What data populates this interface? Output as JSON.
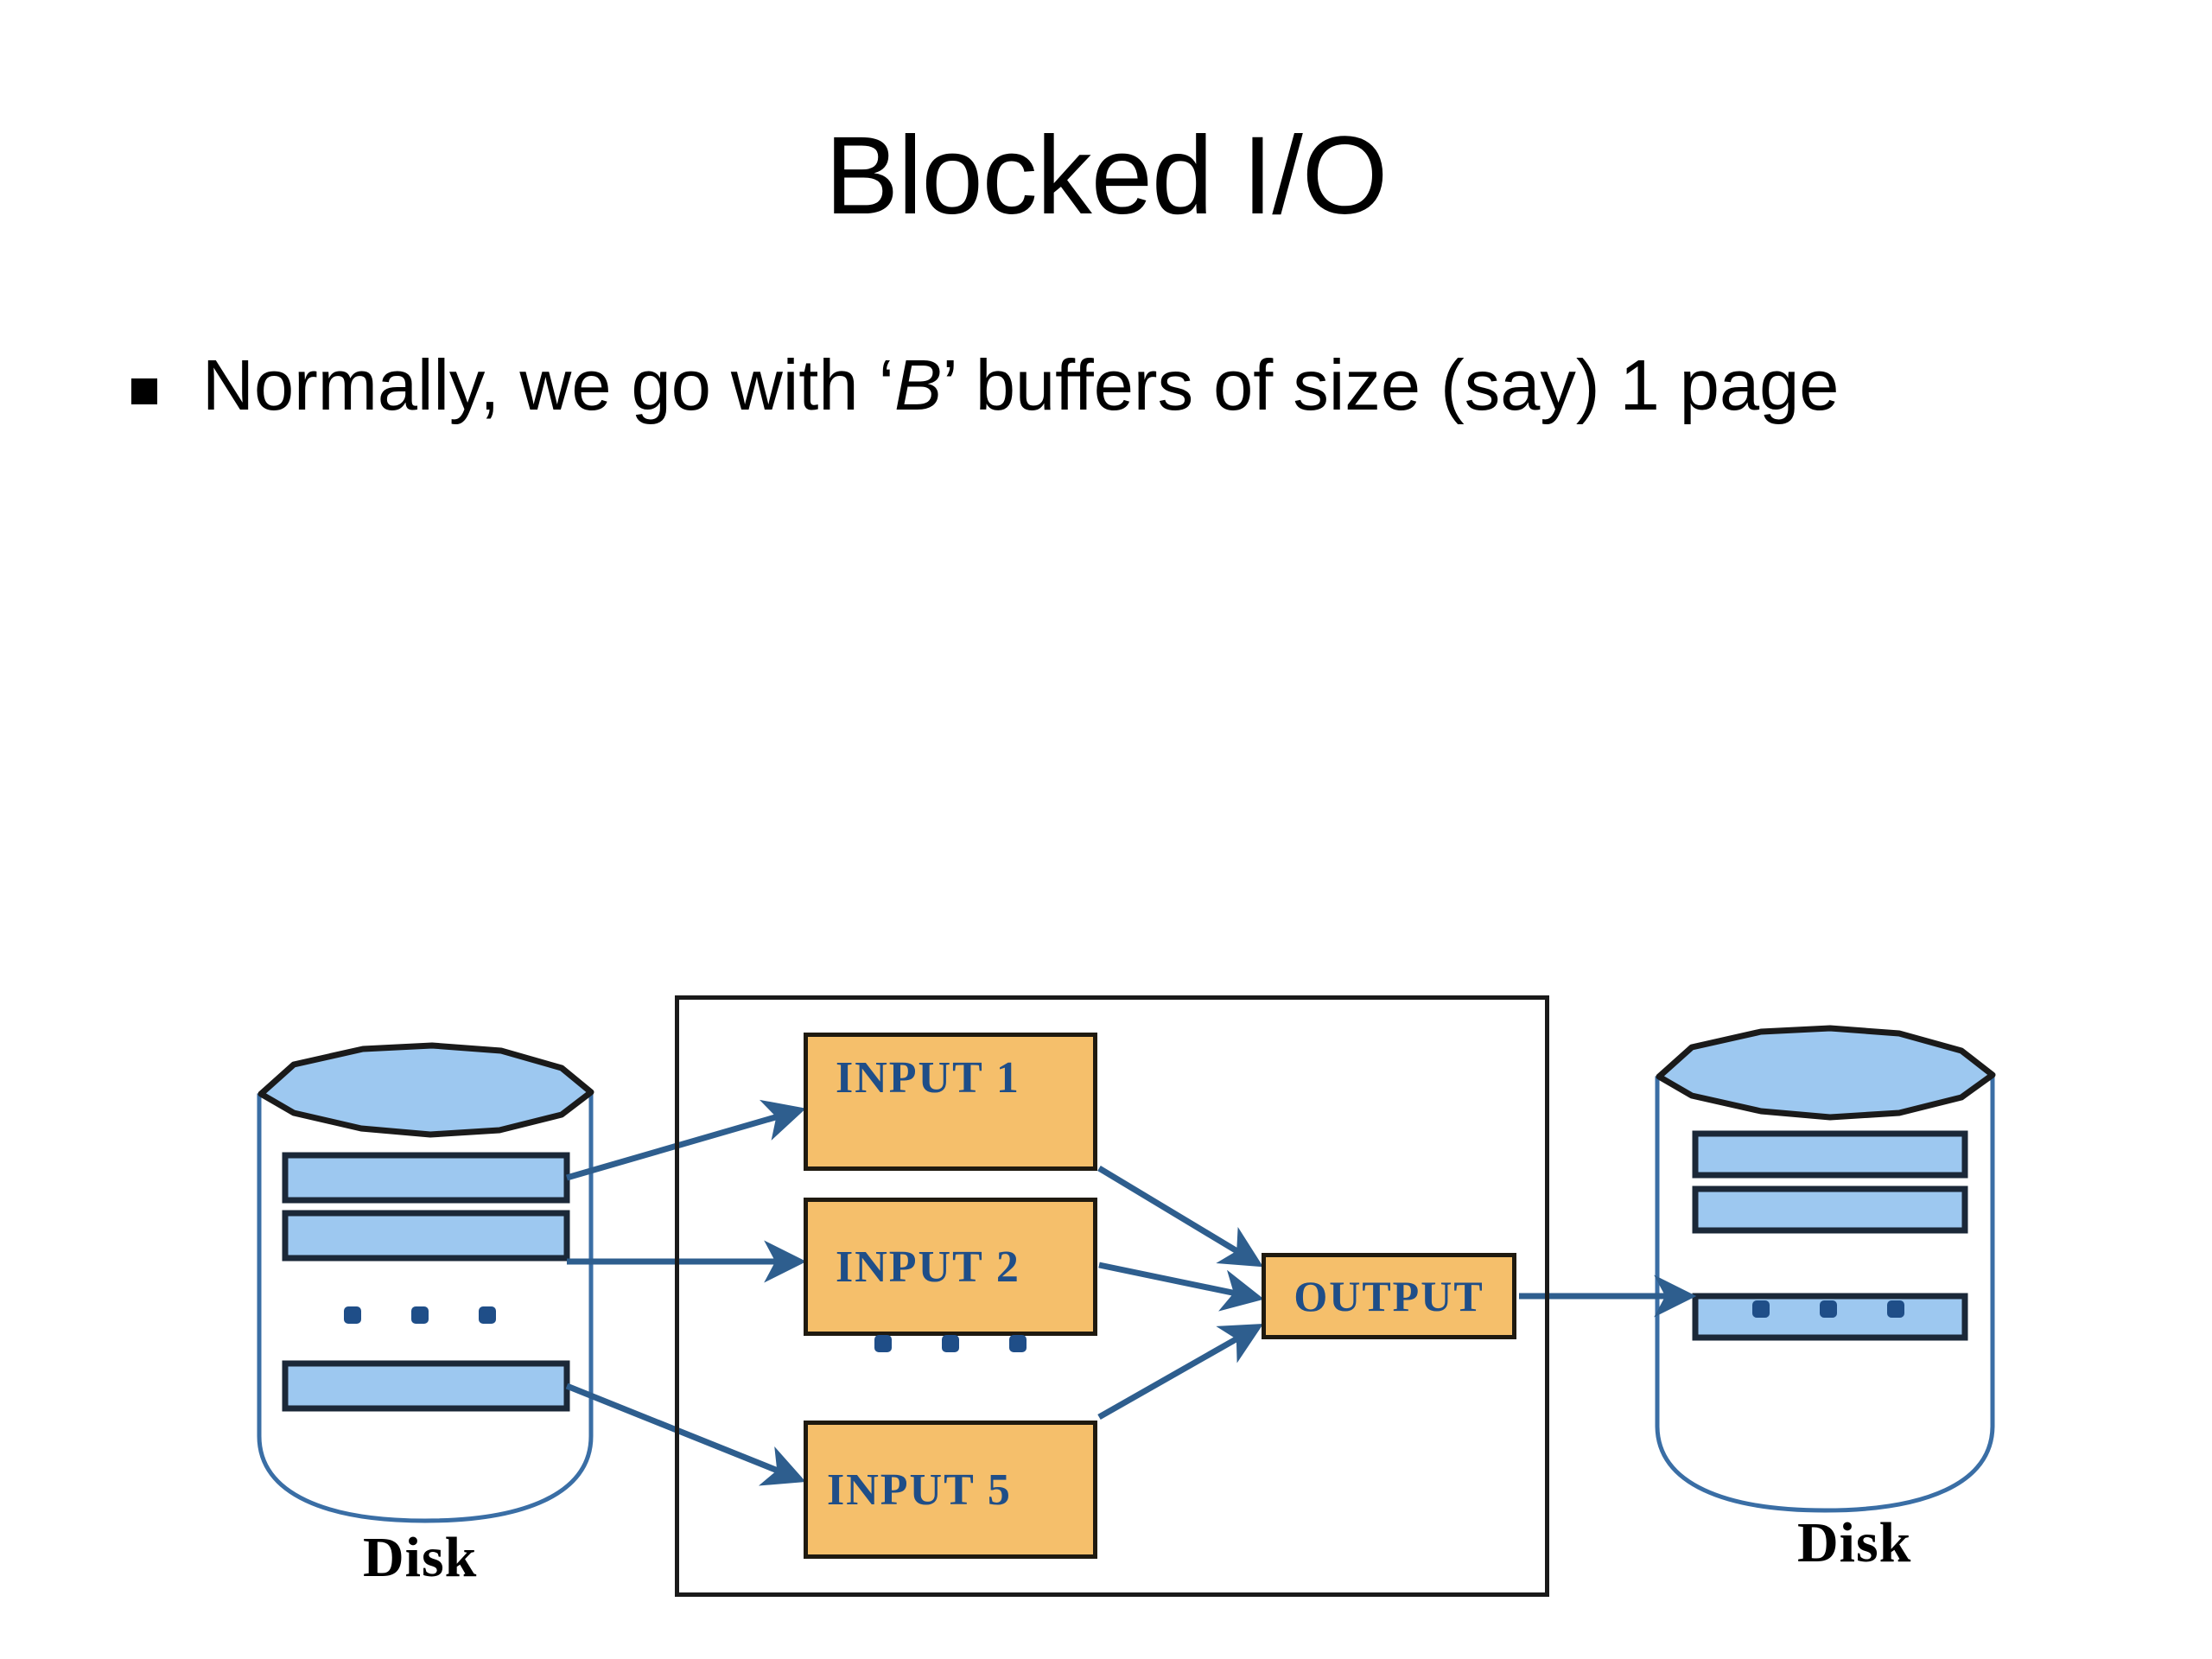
{
  "slide": {
    "title": "Blocked I/O",
    "bullet": {
      "marker": "square-bullet",
      "text_before": "Normally, we go with ‘",
      "emphasis": "B",
      "text_after": "’ buffers of size (say) 1 page",
      "full_text": "Normally, we go with ‘B’ buffers of size (say) 1 page"
    }
  },
  "diagram": {
    "type": "block-flow",
    "memory_box": {
      "name": "memory-region",
      "label": ""
    },
    "buffers": [
      {
        "id": "input1",
        "label": "INPUT 1"
      },
      {
        "id": "input2",
        "label": "INPUT 2"
      },
      {
        "id": "input5",
        "label": "INPUT 5"
      },
      {
        "id": "output",
        "label": "OUTPUT"
      }
    ],
    "buffer_ellipsis": "• • •",
    "disks": [
      {
        "id": "left-disk",
        "label": "Disk",
        "bars": 3,
        "ellipsis": "• • •"
      },
      {
        "id": "right-disk",
        "label": "Disk",
        "bars": 3,
        "ellipsis": "• • •"
      }
    ],
    "arrows": [
      {
        "from": "left-disk-bar-1",
        "to": "input1"
      },
      {
        "from": "left-disk-bar-2",
        "to": "input2"
      },
      {
        "from": "left-disk-bar-3",
        "to": "input5"
      },
      {
        "from": "input1",
        "to": "output"
      },
      {
        "from": "input2",
        "to": "output"
      },
      {
        "from": "input5",
        "to": "output"
      },
      {
        "from": "output",
        "to": "right-disk"
      }
    ]
  },
  "colors": {
    "buffer_fill": "#F5BF6B",
    "buffer_border": "#1F1A10",
    "buffer_text": "#1F4E88",
    "disk_bar_fill": "#9DC8F0",
    "disk_bar_border": "#1B2838",
    "disk_outline": "#3A6EA5",
    "disk_top_outline": "#1a1a1a",
    "arrow": "#2E5E8E",
    "memory_border": "#1A1A1A",
    "title_text": "#000000",
    "background": "#FFFFFF"
  }
}
